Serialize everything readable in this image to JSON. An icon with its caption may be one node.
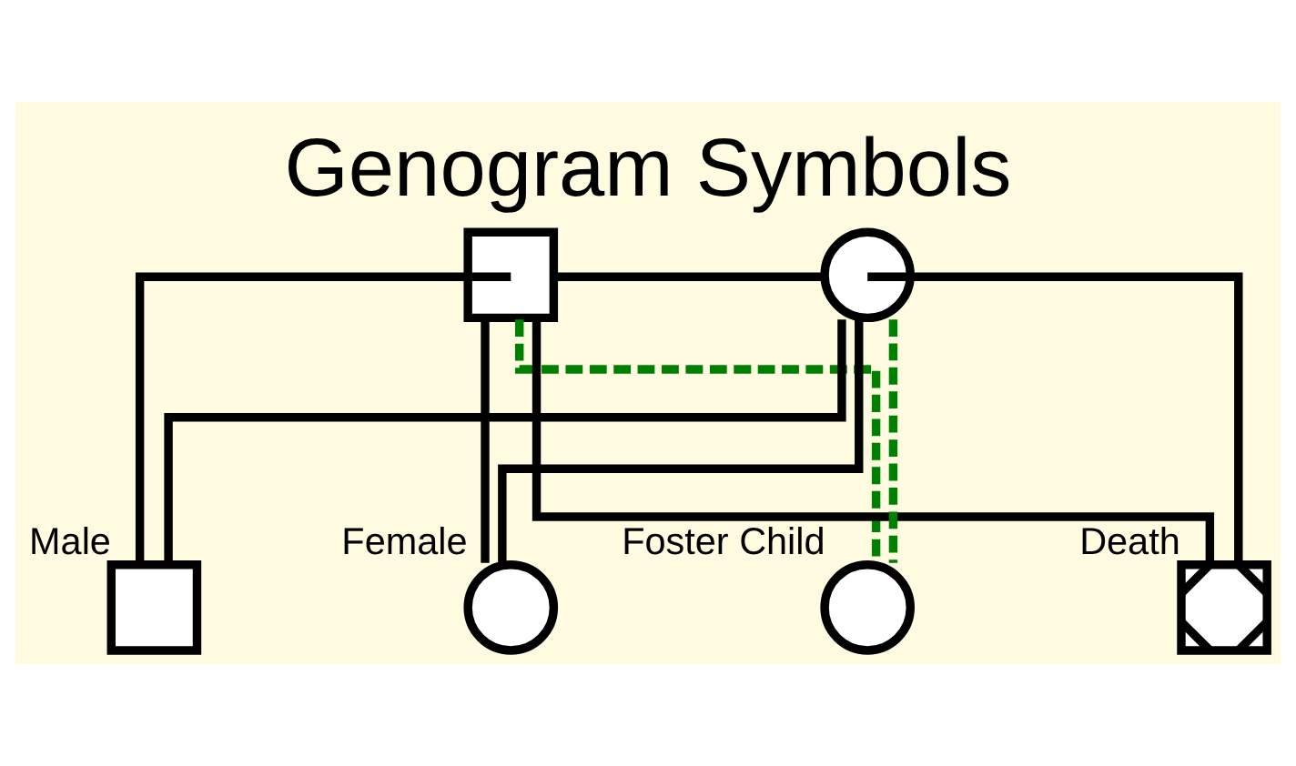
{
  "diagram": {
    "title": "Genogram Symbols",
    "nodes": [
      {
        "text": [],
        "shape": "box"
      },
      {
        "text": [],
        "shape": "circle"
      },
      {
        "text": [],
        "shape": "box",
        "beside": [
          "Male"
        ]
      },
      {
        "text": [],
        "shape": "circle",
        "beside": [
          "Female"
        ]
      },
      {
        "text": [],
        "shape": "circle",
        "beside": [
          "Foster Child"
        ]
      },
      {
        "text": [],
        "shape": "box",
        "beside": [
          "Death"
        ]
      }
    ],
    "edges": [
      {
        "from": 0,
        "to": 1,
        "arrow": "none"
      },
      {
        "from": 0,
        "to": 2,
        "arrow": "none"
      },
      {
        "from": 1,
        "to": 2,
        "arrow": "none"
      },
      {
        "from": 0,
        "to": 3,
        "arrow": "none"
      },
      {
        "from": 1,
        "to": 3,
        "arrow": "none"
      },
      {
        "from": 0,
        "to": 4,
        "arrow": "none",
        "style": "dashed",
        "color": "#008000"
      },
      {
        "from": 1,
        "to": 4,
        "arrow": "none",
        "style": "dashed",
        "color": "#008000"
      },
      {
        "from": 0,
        "to": 5,
        "arrow": "none"
      },
      {
        "from": 1,
        "to": 5,
        "arrow": "none"
      }
    ]
  }
}
